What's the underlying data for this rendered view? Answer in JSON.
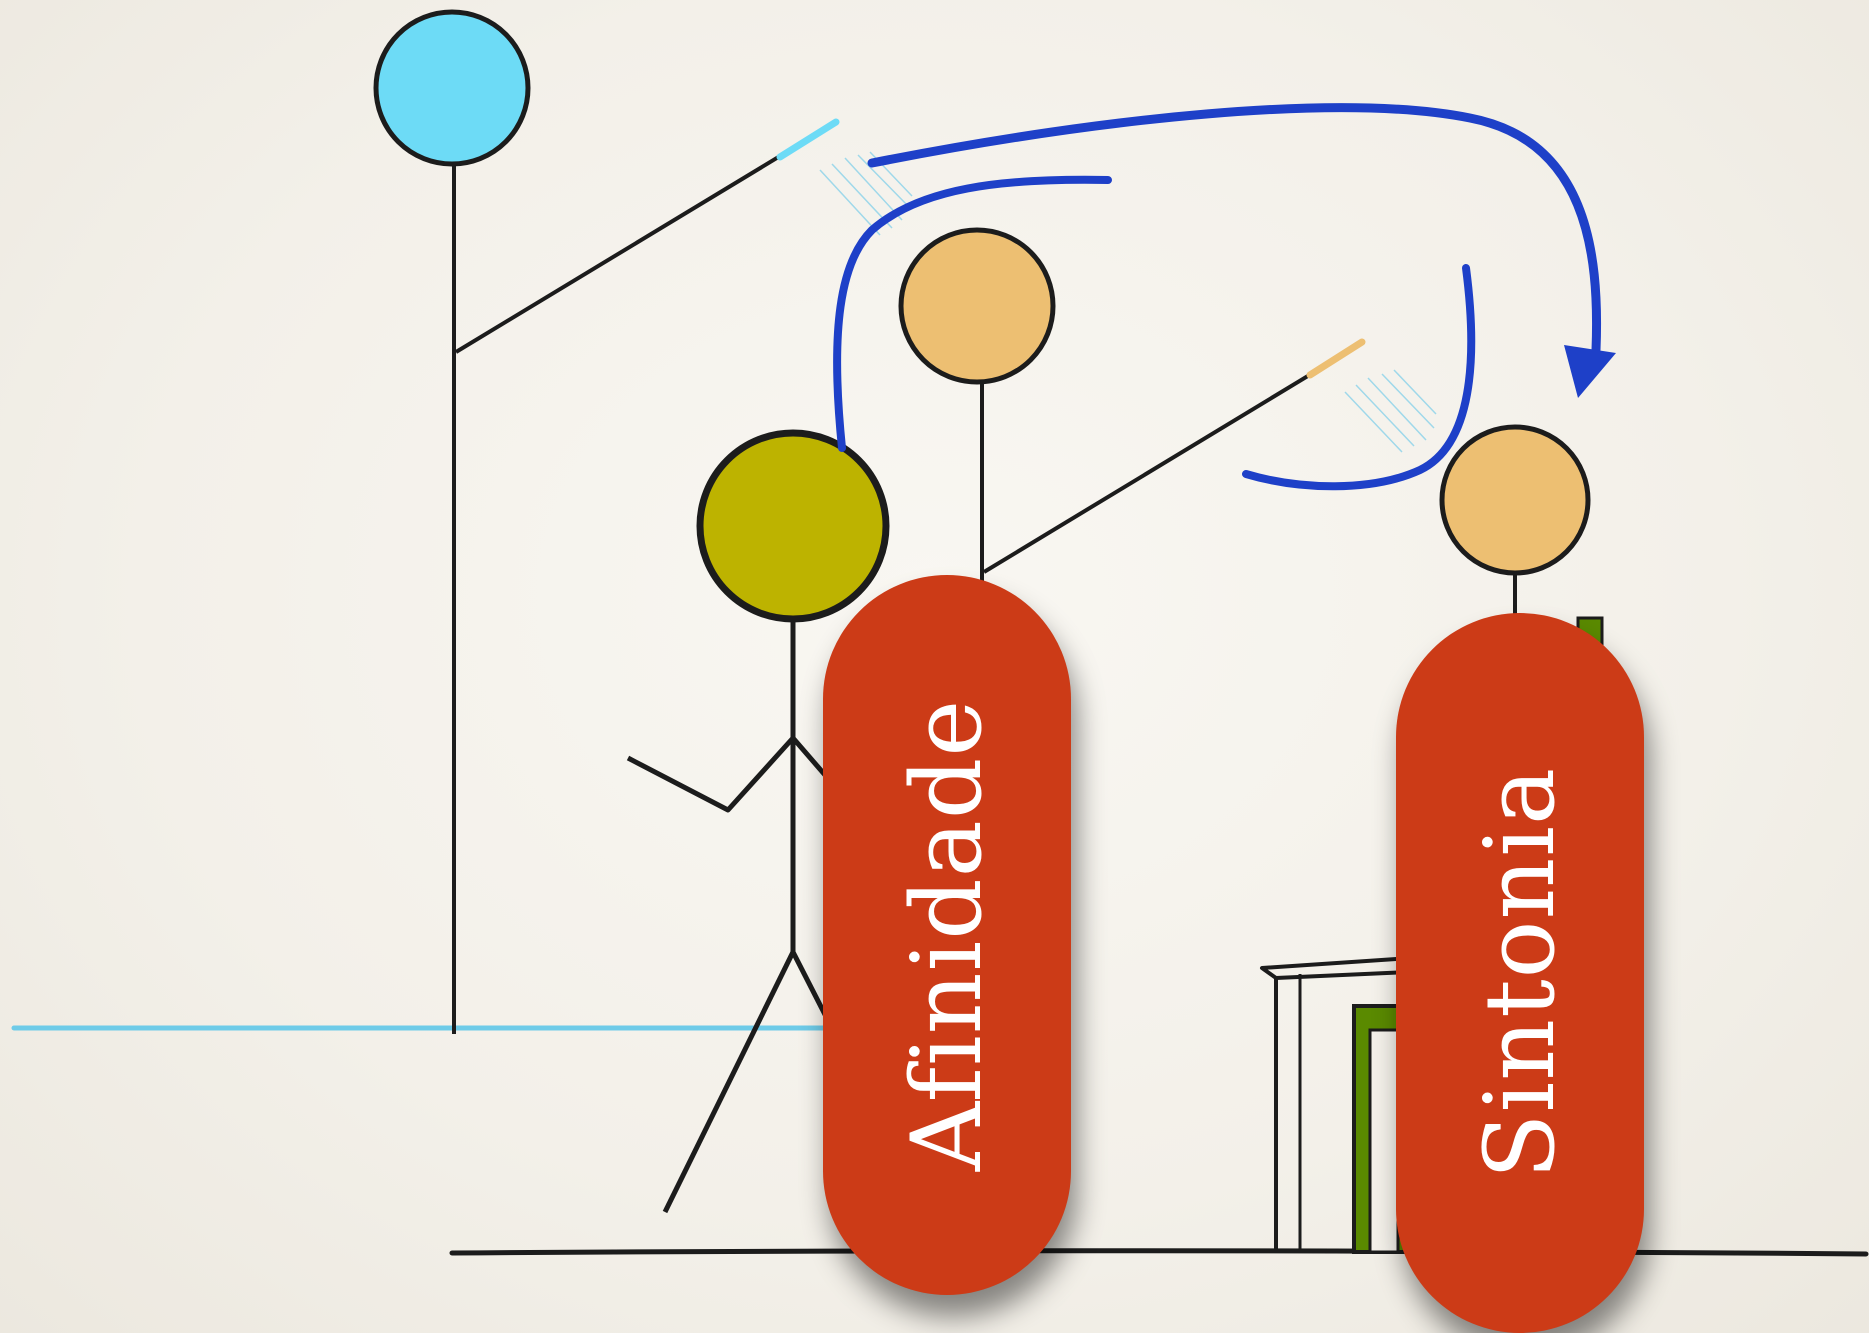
{
  "labels": {
    "afinidade": "Afinidade",
    "sintonia": "Sintonia"
  },
  "colors": {
    "background": "#f4f1ea",
    "pill": "#cc3b17",
    "arrow": "#1e40c8",
    "head_blue": "#6ddbf6",
    "head_orange": "#edbf72",
    "head_olive": "#bdb300",
    "desk_green": "#5a8a00",
    "ground_blue": "#6ecbe8",
    "outline": "#1c1c1c"
  },
  "icons": {
    "figures": [
      "stick-figure-blue",
      "stick-figure-orange-left",
      "stick-figure-olive",
      "stick-figure-orange-right"
    ],
    "arrows": [
      "curved-arrow-long",
      "curved-arrow-short"
    ],
    "objects": [
      "desk"
    ]
  }
}
